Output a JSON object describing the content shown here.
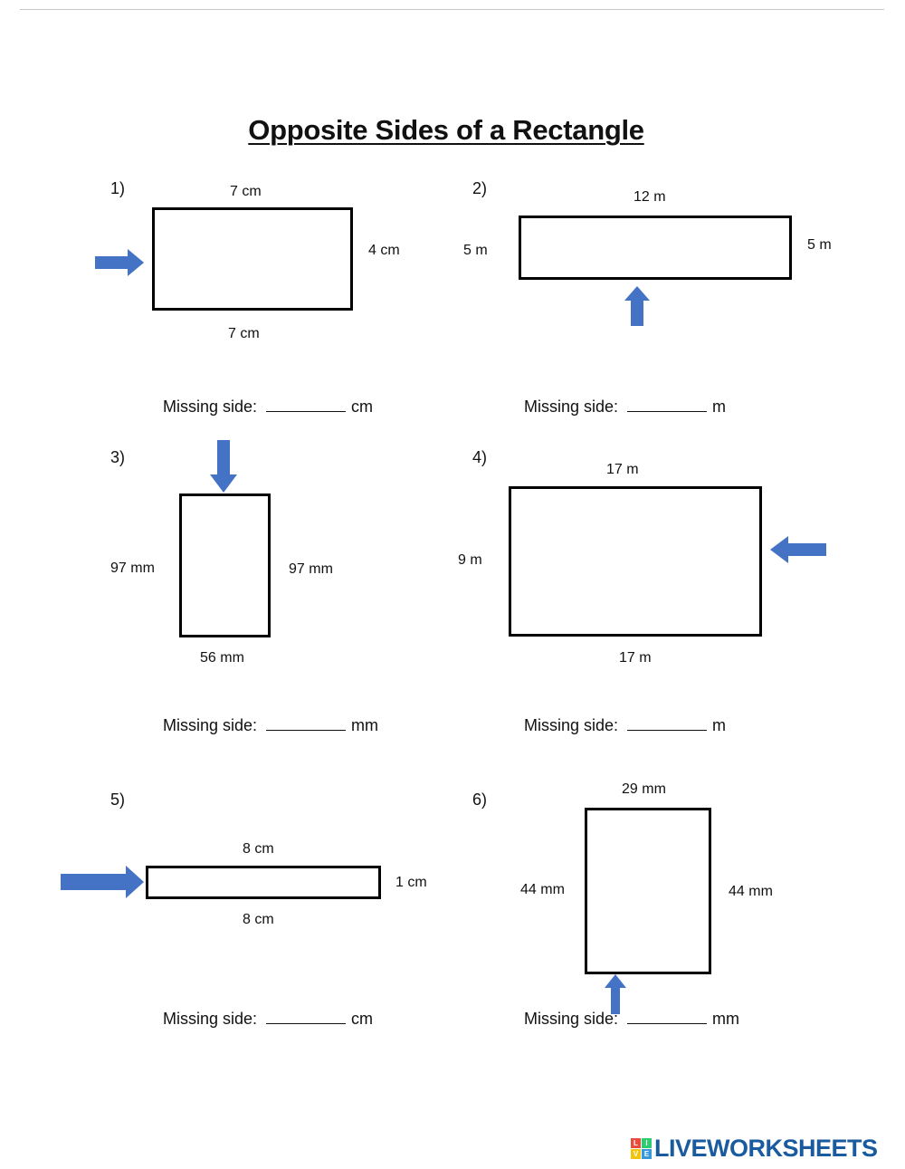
{
  "title": "Opposite Sides of a Rectangle",
  "answer_prefix": "Missing side:",
  "colors": {
    "arrow": "#4472c4",
    "brand": "#1a5a9e"
  },
  "problems": [
    {
      "number": "1)",
      "labels": {
        "top": "7 cm",
        "right": "4 cm",
        "bottom": "7 cm"
      },
      "arrow_direction": "right",
      "unit": "cm"
    },
    {
      "number": "2)",
      "labels": {
        "top": "12 m",
        "left": "5 m",
        "right": "5 m"
      },
      "arrow_direction": "up",
      "unit": "m"
    },
    {
      "number": "3)",
      "labels": {
        "left": "97 mm",
        "right": "97 mm",
        "bottom": "56 mm"
      },
      "arrow_direction": "down",
      "unit": "mm"
    },
    {
      "number": "4)",
      "labels": {
        "top": "17 m",
        "left": "9 m",
        "bottom": "17 m"
      },
      "arrow_direction": "left",
      "unit": "m"
    },
    {
      "number": "5)",
      "labels": {
        "top": "8 cm",
        "right": "1 cm",
        "bottom": "8 cm"
      },
      "arrow_direction": "right",
      "unit": "cm"
    },
    {
      "number": "6)",
      "labels": {
        "top": "29 mm",
        "left": "44 mm",
        "right": "44 mm"
      },
      "arrow_direction": "up",
      "unit": "mm"
    }
  ],
  "brand": {
    "logo_letters": [
      "L",
      "I",
      "V",
      "E"
    ],
    "logo_colors": [
      "#e74c3c",
      "#2ecc71",
      "#f1c40f",
      "#3498db"
    ],
    "text": "LIVEWORKSHEETS"
  }
}
